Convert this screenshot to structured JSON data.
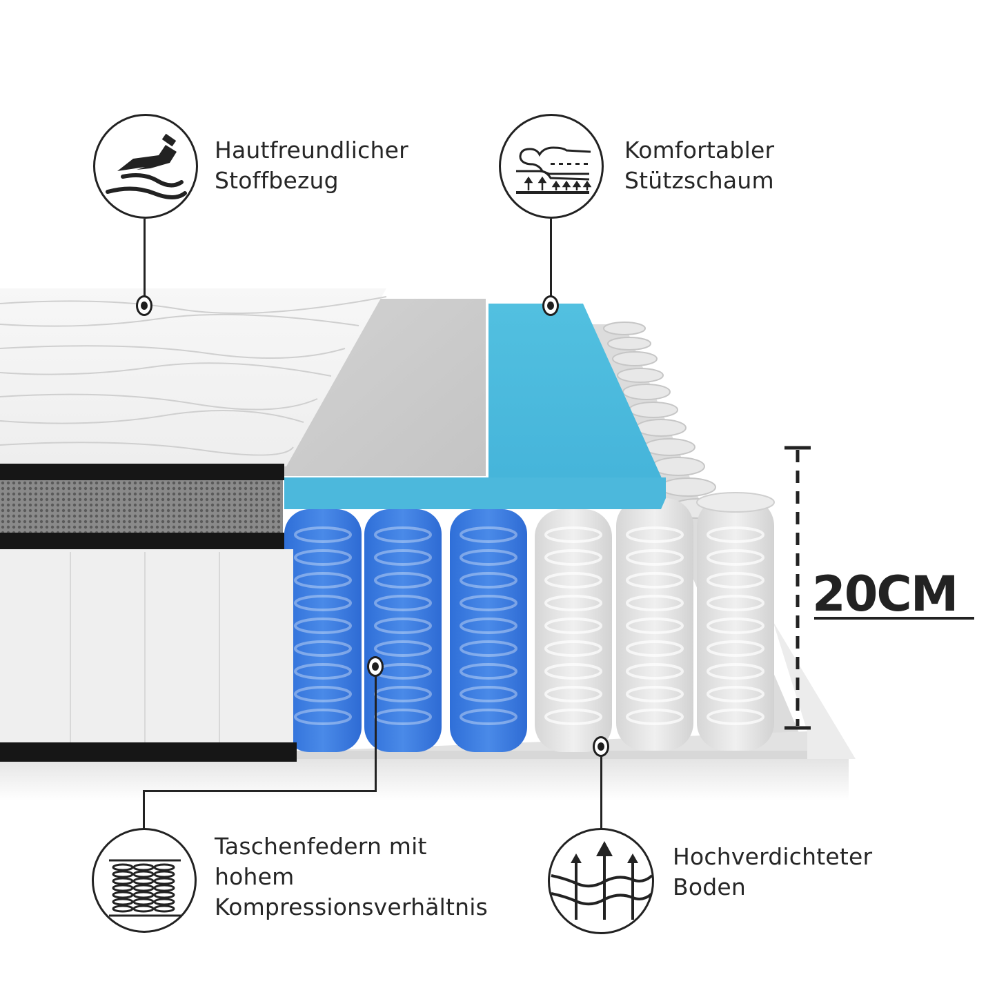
{
  "product": {
    "height_label": "20CM",
    "colors": {
      "foam_blue": "#4ab8dc",
      "spring_blue": "#3a78de",
      "spring_white": "#e6e6e6",
      "grey_layer": "#c8c8c8",
      "mesh_border": "#7a7a7a",
      "black_trim": "#161616",
      "line_color": "#222222"
    }
  },
  "callouts": [
    {
      "id": "cover",
      "icon": "hand-fabric-icon",
      "lines": [
        "Hautfreundlicher",
        "Stoffbezug"
      ]
    },
    {
      "id": "foam",
      "icon": "support-foam-icon",
      "lines": [
        "Komfortabler",
        "Stützschaum"
      ]
    },
    {
      "id": "springs",
      "icon": "pocket-springs-icon",
      "lines": [
        "Taschenfedern mit",
        "hohem",
        "Kompressionsverhältnis"
      ]
    },
    {
      "id": "base",
      "icon": "compressed-base-icon",
      "lines": [
        "Hochverdichteter",
        "Boden"
      ]
    }
  ]
}
